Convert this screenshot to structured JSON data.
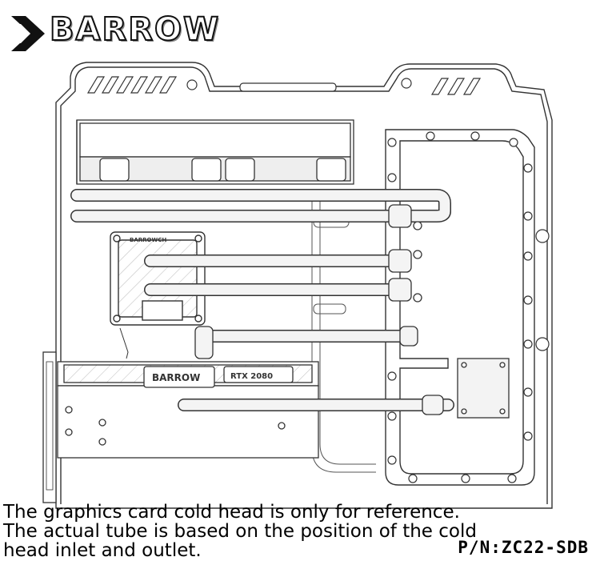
{
  "brand": {
    "name": "BARROW",
    "logo_icon": "chevron-arrow-icon"
  },
  "diagram": {
    "pump_logo": "BARROWCH",
    "gpu_block_logo": "BARROW",
    "gpu_model": "RTX 2080",
    "colors": {
      "line": "#333333",
      "tube_fill": "#f4f4f4",
      "brand_stroke": "#111111"
    }
  },
  "notes": {
    "line1": "The graphics card cold head is only for reference.",
    "line2": "The actual tube is based on the position of the cold",
    "line3": "head inlet and outlet."
  },
  "part_number": "P/N:ZC22-SDB"
}
